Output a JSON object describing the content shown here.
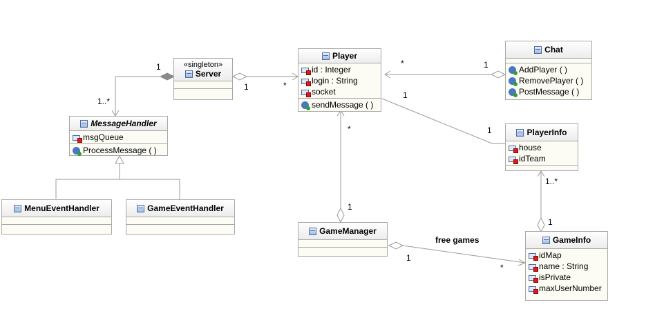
{
  "classes": {
    "server": {
      "stereotype": "«singleton»",
      "name": "Server"
    },
    "message_handler": {
      "name": "MessageHandler",
      "attributes": [
        "msgQueue"
      ],
      "operations": [
        "ProcessMessage ( )"
      ]
    },
    "menu_event_handler": {
      "name": "MenuEventHandler"
    },
    "game_event_handler": {
      "name": "GameEventHandler"
    },
    "player": {
      "name": "Player",
      "attributes": [
        "id : Integer",
        "login : String",
        "socket"
      ],
      "operations": [
        "sendMessage ( )"
      ]
    },
    "chat": {
      "name": "Chat",
      "operations": [
        "AddPlayer ( )",
        "RemovePlayer ( )",
        "PostMessage ( )"
      ]
    },
    "player_info": {
      "name": "PlayerInfo",
      "attributes": [
        "house",
        "idTeam"
      ]
    },
    "game_manager": {
      "name": "GameManager"
    },
    "game_info": {
      "name": "GameInfo",
      "attributes": [
        "idMap",
        "name : String",
        "isPrivate",
        "maxUserNumber"
      ]
    }
  },
  "multiplicities": {
    "server_mh_server_end": "1",
    "server_mh_handler_end": "1..*",
    "server_player_server_end": "1",
    "server_player_player_end": "*",
    "chat_player_player_end": "*",
    "chat_player_chat_end": "1",
    "player_playerinfo_player_end": "1",
    "player_playerinfo_info_end": "1",
    "player_gm_player_end": "*",
    "player_gm_manager_end": "1",
    "playerinfo_gameinfo_info_end": "1..*",
    "playerinfo_gameinfo_game_end": "1",
    "gm_gameinfo_manager_end": "1",
    "gm_gameinfo_game_end": "*"
  },
  "association_labels": {
    "gm_gameinfo": "free games"
  }
}
